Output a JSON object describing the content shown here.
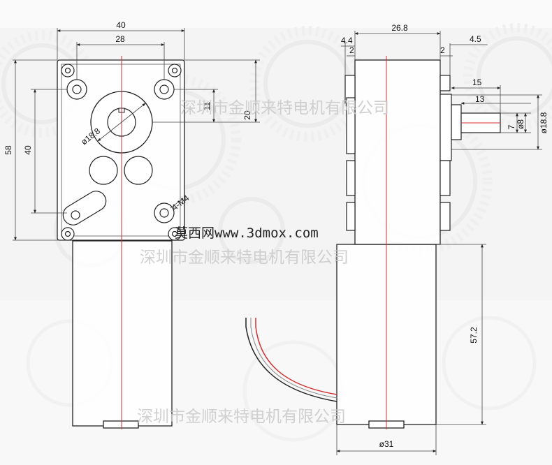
{
  "dimensions": {
    "front_width_outer": "40",
    "front_width_inner": "28",
    "front_height_outer": "58",
    "front_height_inner": "40",
    "front_offset_20": "20",
    "front_offset_11": "11",
    "front_boss_dia": "ø18.8",
    "front_mount_thread": "4-M4",
    "side_depth": "26.8",
    "side_left_44": "4.4",
    "side_left_2": "2",
    "side_right_2": "2",
    "side_right_45": "4.5",
    "shaft_len_15": "15",
    "shaft_len_13": "13",
    "shaft_flat_7": "7",
    "shaft_dia_8": "ø8",
    "boss_dia_side": "ø18.8",
    "motor_len": "57.2",
    "motor_dia": "ø31"
  },
  "watermarks": {
    "company_1": "深圳市金顺来特电机有限公司",
    "company_2": "深圳市金顺来特电机有限公司",
    "company_3": "深圳市金顺来特电机有限公司",
    "site": "莫西网www.3dmox.com"
  },
  "colors": {
    "centerline": "#d23030",
    "wire_red": "#d23030",
    "wire_black": "#222222",
    "watermark": "#c9c9c9"
  }
}
